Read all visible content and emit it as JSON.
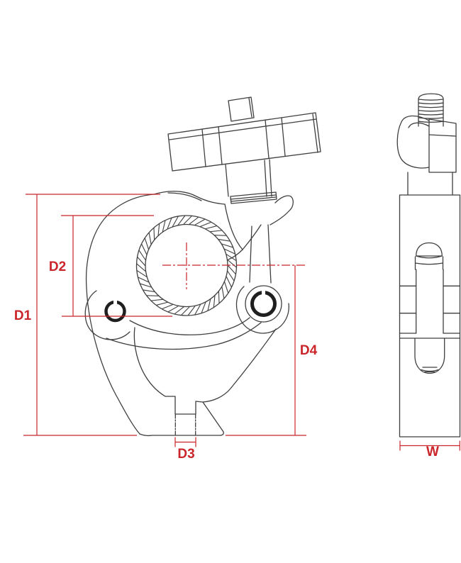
{
  "page": {
    "background": "#ffffff"
  },
  "drawing": {
    "description": "technical line drawing of a hook clamp with wing nut, front view and side view",
    "labels": {
      "d1": "D1",
      "d2": "D2",
      "d3": "D3",
      "d4": "D4",
      "w": "W"
    },
    "colors": {
      "dimension_red": "#c9252b",
      "outline": "#3f3f3f",
      "dark_ring": "#1f1f1f",
      "background": "#ffffff"
    }
  }
}
